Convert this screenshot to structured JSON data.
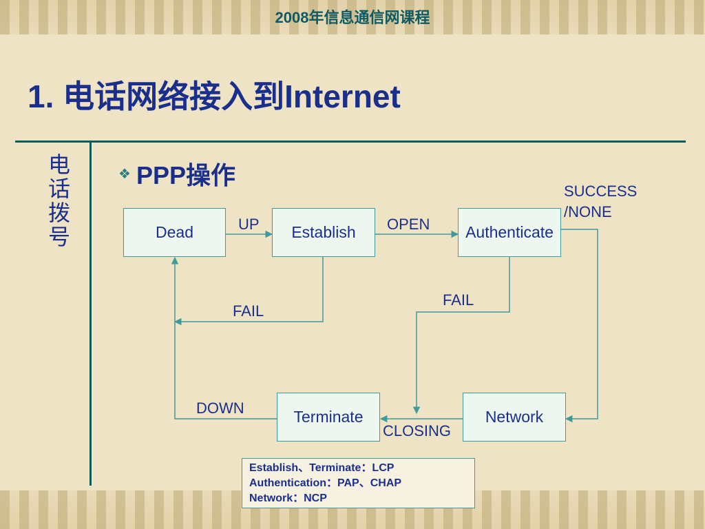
{
  "header": {
    "course_title": "2008年信息通信网课程"
  },
  "slide": {
    "title": "1. 电话网络接入到Internet",
    "side_label": "电话拨号",
    "bullet": "PPP操作"
  },
  "diagram": {
    "nodes": {
      "dead": "Dead",
      "establish": "Establish",
      "authenticate": "Authenticate",
      "network": "Network",
      "terminate": "Terminate"
    },
    "labels": {
      "up": "UP",
      "open": "OPEN",
      "success_none_line1": "SUCCESS",
      "success_none_line2": "/NONE",
      "fail_establish": "FAIL",
      "fail_authenticate": "FAIL",
      "down": "DOWN",
      "closing": "CLOSING"
    },
    "legend": {
      "line1": "Establish、Terminate：LCP",
      "line2": "Authentication：PAP、CHAP",
      "line3": "Network：NCP"
    }
  },
  "colors": {
    "title": "#1a2f8c",
    "course_title": "#0d5a63",
    "rule_lines": "#0e5a5a",
    "node_fill": "#eef7ef",
    "node_border": "#3f9a9a",
    "arrow": "#3f9a9a"
  },
  "icons": {
    "bullet": "diamond-bullet-icon"
  }
}
